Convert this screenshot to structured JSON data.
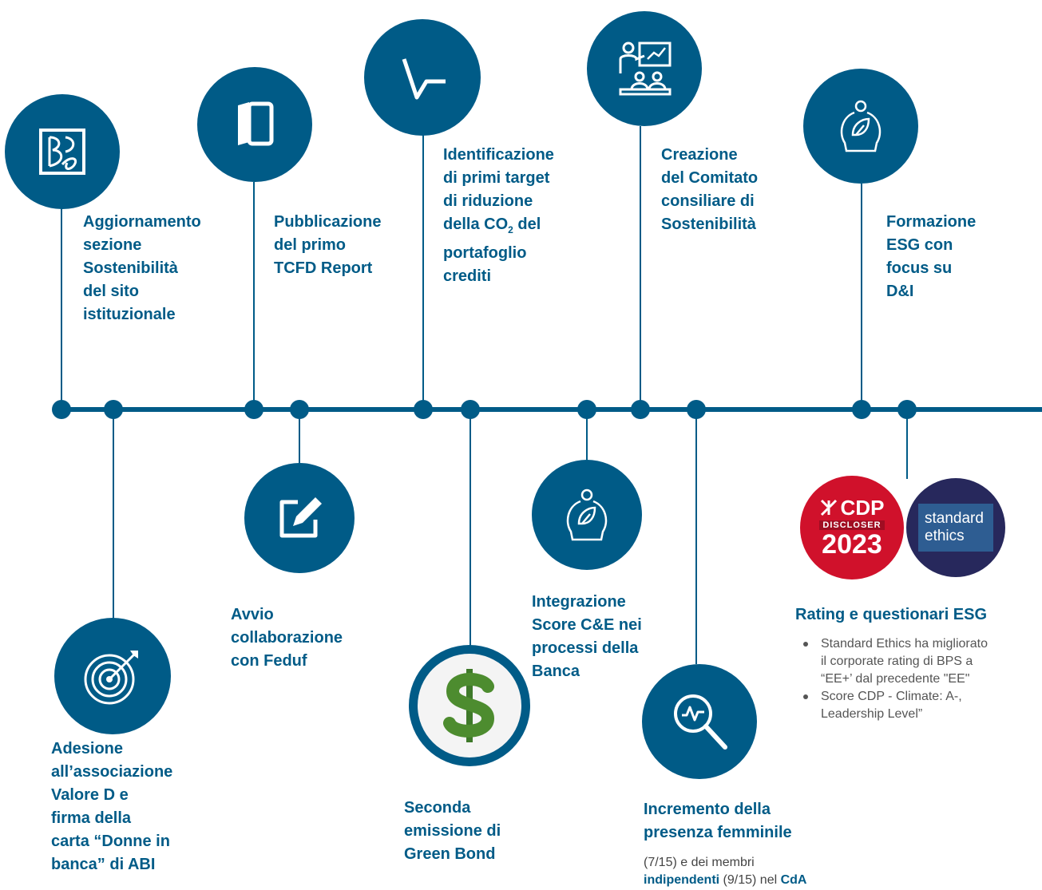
{
  "colors": {
    "primary": "#005b87",
    "cdp_red": "#d0112b",
    "standard_ethics_navy": "#27285c",
    "bullet_text": "#555555"
  },
  "events": [
    {
      "id": "sito",
      "icon": "bps-logo-icon",
      "title_lines": [
        "Aggiornamento",
        "sezione",
        "Sostenibilità",
        "del sito",
        "istituzionale"
      ]
    },
    {
      "id": "valore-d",
      "icon": "target-dart-icon",
      "title_lines": [
        "Adesione",
        "all’associazione",
        "Valore D e",
        "firma della",
        "carta “Donne in",
        "banca” di ABI"
      ]
    },
    {
      "id": "tcfd",
      "icon": "report-book-icon",
      "title_lines": [
        "Pubblicazione",
        "del primo",
        "TCFD Report"
      ]
    },
    {
      "id": "feduf",
      "icon": "pencil-edit-icon",
      "title_lines": [
        "Avvio",
        "collaborazione",
        "con Feduf"
      ]
    },
    {
      "id": "co2",
      "icon": "square-root-icon",
      "title_lines": [
        "Identificazione",
        "di primi target",
        "di riduzione"
      ],
      "co2_line": {
        "prefix": "della CO",
        "sub": "2",
        "suffix": " del"
      },
      "title_lines_after": [
        "portafoglio",
        "crediti"
      ]
    },
    {
      "id": "green-bond",
      "icon": "dollar-sign-icon",
      "title_lines": [
        "Seconda",
        "emissione di",
        "Green Bond"
      ]
    },
    {
      "id": "score-ce",
      "icon": "piggy-bank-leaf-icon",
      "title_lines": [
        "Integrazione",
        "Score C&E nei",
        "processi della",
        "Banca"
      ]
    },
    {
      "id": "comitato",
      "icon": "presentation-teacher-icon",
      "title_lines": [
        "Creazione",
        "del Comitato",
        "consiliare di",
        "Sostenibilità"
      ]
    },
    {
      "id": "femminile",
      "icon": "magnifier-chart-icon",
      "title_lines": [
        "Incremento della",
        "presenza femminile"
      ],
      "note": {
        "part1": "(7/15) e dei membri",
        "bold1": "indipendenti",
        "part2": " (9/15) nel ",
        "bold2": "CdA"
      }
    },
    {
      "id": "formazione",
      "icon": "piggy-bank-leaf-icon",
      "title_lines": [
        "Formazione",
        "ESG con",
        "focus su",
        "D&I"
      ]
    },
    {
      "id": "rating",
      "icon": "cdp-logo-icon",
      "title_lines": [
        "Rating e questionari ESG"
      ],
      "bullets": [
        [
          "Standard Ethics ha migliorato",
          "il corporate rating di BPS a",
          "“EE+’ dal precedente \"EE\""
        ],
        [
          "Score CDP - Climate: A-,",
          "Leadership Level”"
        ]
      ]
    }
  ],
  "logos": {
    "cdp": {
      "brand": "CDP",
      "line1": "DISCLOSER",
      "year": "2023"
    },
    "standard_ethics": {
      "line1": "standard",
      "line2": "ethics"
    }
  }
}
